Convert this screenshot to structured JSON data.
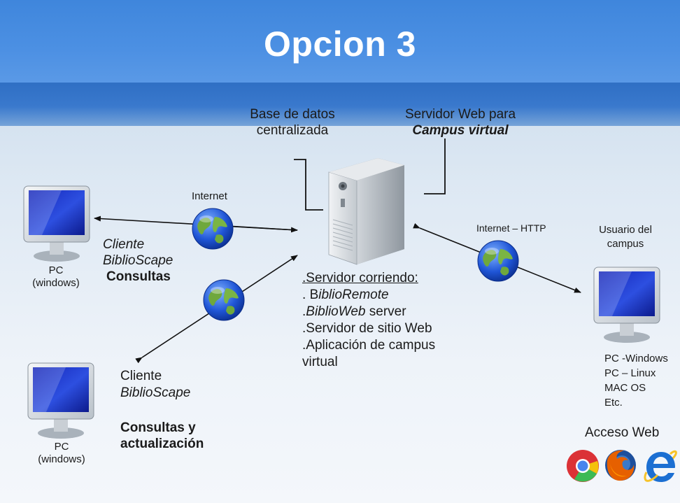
{
  "title": "Opcion 3",
  "labels": {
    "db_line1": "Base de datos",
    "db_line2": "centralizada",
    "web_line1": "Servidor Web para",
    "web_line2": "Campus virtual",
    "internet": "Internet",
    "internet_http": "Internet – HTTP",
    "usuario_line1": "Usuario del",
    "usuario_line2": "campus"
  },
  "client_left_top": {
    "pc_line1": "PC",
    "pc_line2": "(windows)",
    "name1": "Cliente",
    "name2": "BiblioScape",
    "role": "Consultas"
  },
  "client_left_bottom": {
    "name1": "Cliente",
    "name2": "BiblioScape",
    "role1": "Consultas y",
    "role2": "actualización",
    "pc_line1": "PC",
    "pc_line2": "(windows)"
  },
  "server": {
    "heading": "Servidor corriendo:",
    "items": [
      {
        "bullet": ". ",
        "prefix": "B",
        "italic": "iblioRemote",
        "suffix": ""
      },
      {
        "bullet": ".",
        "prefix": "",
        "italic": "BiblioWeb",
        "suffix": " server"
      },
      {
        "bullet": ".",
        "prefix": "",
        "italic": "",
        "suffix": "Servidor de sitio Web"
      },
      {
        "bullet": ".",
        "prefix": "",
        "italic": "",
        "suffix": "Aplicación de campus"
      }
    ],
    "item_cont": "virtual"
  },
  "client_right": {
    "os": [
      "PC -Windows",
      "PC – Linux",
      "MAC OS",
      "Etc."
    ],
    "acceso": "Acceso Web"
  },
  "colors": {
    "header": "#4a8de0",
    "band": "#3576c9",
    "screen": "#1f3fd0",
    "arrow": "#111111"
  }
}
